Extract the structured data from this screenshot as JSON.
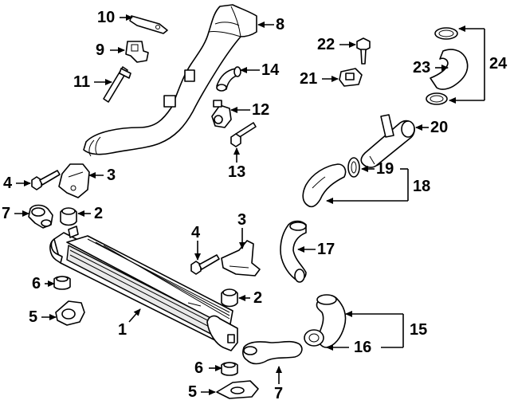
{
  "callouts": {
    "c1": "1",
    "c2a": "2",
    "c2b": "2",
    "c3a": "3",
    "c3b": "3",
    "c4a": "4",
    "c4b": "4",
    "c5a": "5",
    "c5b": "5",
    "c6a": "6",
    "c6b": "6",
    "c7a": "7",
    "c7b": "7",
    "c8": "8",
    "c9": "9",
    "c10": "10",
    "c11": "11",
    "c12": "12",
    "c13": "13",
    "c14": "14",
    "c15": "15",
    "c16": "16",
    "c17": "17",
    "c18": "18",
    "c19": "19",
    "c20": "20",
    "c21": "21",
    "c22": "22",
    "c23": "23",
    "c24": "24"
  },
  "colors": {
    "line": "#000000",
    "background": "#ffffff"
  }
}
